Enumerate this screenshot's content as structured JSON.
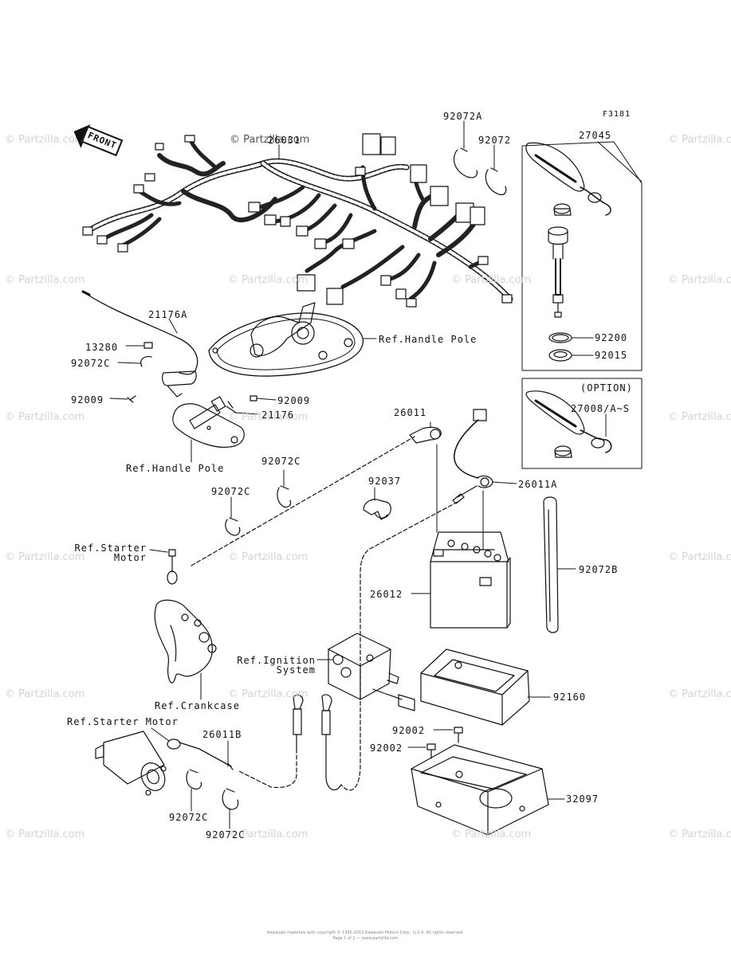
{
  "watermarks": {
    "text": "© Partzilla.com",
    "center_text": "© Partzilla.com"
  },
  "figure_code": "F3181",
  "front_label": "FRONT",
  "option_label": "(OPTION)",
  "part_labels": {
    "p26031": "26031",
    "p92072A": "92072A",
    "p92072": "92072",
    "p27045": "27045",
    "p21176A": "21176A",
    "p13280": "13280",
    "p92072C_a": "92072C",
    "p92009_a": "92009",
    "p92009_b": "92009",
    "p21176": "21176",
    "ref_handle_pole_a": "Ref.Handle Pole",
    "ref_handle_pole_b": "Ref.Handle Pole",
    "p92200": "92200",
    "p92015": "92015",
    "p27008": "27008/A~S",
    "p26011": "26011",
    "p92072C_b": "92072C",
    "p92072C_c": "92072C",
    "p92037": "92037",
    "p26011A": "26011A",
    "ref_starter_motor_a": "Ref.Starter\nMotor",
    "p26012": "26012",
    "p92072B": "92072B",
    "ref_ignition_system": "Ref.Ignition\nSystem",
    "p92160": "92160",
    "ref_crankcase": "Ref.Crankcase",
    "ref_starter_motor_b": "Ref.Starter Motor",
    "p26011B": "26011B",
    "p92002_a": "92002",
    "p92002_b": "92002",
    "p32097": "32097",
    "p92072C_d": "92072C",
    "p92072C_e": "92072C"
  },
  "footer": {
    "line1": "Kawasaki materials with copyright © 1995-2013 Kawasaki Motors Corp., U.S.A. All rights reserved.",
    "line2": "Page 1 of 1 — www.partzilla.com"
  }
}
